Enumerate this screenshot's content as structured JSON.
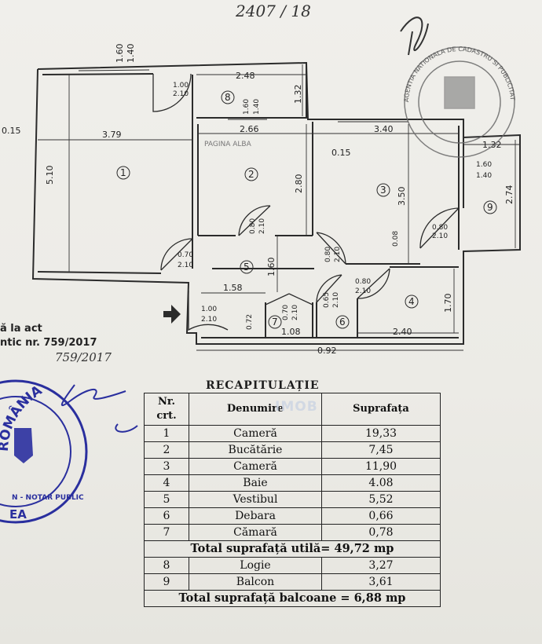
{
  "handwritten_top": "2407 / 18",
  "plan": {
    "dims": {
      "top_left_a": "1.60",
      "top_left_b": "1.40",
      "top_248": "2.48",
      "d_132": "1.32",
      "door_100_top": "1.00",
      "door_210_top": "2.10",
      "d_160": "1.60",
      "d_140": "1.40",
      "left_015": "0.15",
      "w_379": "3.79",
      "h_510": "5.10",
      "w_266": "2.66",
      "w_340": "3.40",
      "mid_015": "0.15",
      "h_280": "2.80",
      "h_350": "3.50",
      "w_132": "1.32",
      "bal_160": "1.60",
      "bal_140": "1.40",
      "h_274": "2.74",
      "d_080a": "0.80",
      "d_210a": "2.10",
      "d_070": "0.70",
      "d_210b": "2.10",
      "h_160": "1.60",
      "d_080b": "0.80",
      "d_210c": "2.10",
      "d_008": "0.08",
      "d_080c": "0.80",
      "d_210d": "2.10",
      "d_080d": "0.80",
      "d_210e": "2.10",
      "w_158": "1.58",
      "d_065": "0.65",
      "d_210f": "2.10",
      "d_070b": "0.70",
      "d_210g": "2.10",
      "h_170": "1.70",
      "d_100": "1.00",
      "d_210h": "2.10",
      "d_072": "0.72",
      "w_108": "1.08",
      "w_240": "2.40",
      "w_092": "0.92"
    },
    "rooms": {
      "r1": "1",
      "r2": "2",
      "r3": "3",
      "r4": "4",
      "r5": "5",
      "r6": "6",
      "r7": "7",
      "r8": "8",
      "r9": "9"
    },
    "stamp_text": "AGENTIA NATIONALA DE CADASTRU SI PUBLICITATE IMOBILIARA",
    "stamp_label": "PAGINA ALBA"
  },
  "doc_note": {
    "line1": "ă la act",
    "line2": "ntic nr. 759/2017"
  },
  "note_hand": "759/2017",
  "seal_text": "ROMÂNIA",
  "seal_bottom": "N - NOTAR PUBLIC",
  "seal_ea": "EA",
  "watermark": "IMOB",
  "recap": {
    "title": "RECAPITULAȚIE",
    "headers": {
      "nr": "Nr. crt.",
      "name": "Denumire",
      "area": "Suprafața"
    },
    "rows": [
      {
        "nr": "1",
        "name": "Cameră",
        "area": "19,33"
      },
      {
        "nr": "2",
        "name": "Bucătărie",
        "area": "7,45"
      },
      {
        "nr": "3",
        "name": "Cameră",
        "area": "11,90"
      },
      {
        "nr": "4",
        "name": "Baie",
        "area": "4.08"
      },
      {
        "nr": "5",
        "name": "Vestibul",
        "area": "5,52"
      },
      {
        "nr": "6",
        "name": "Debara",
        "area": "0,66"
      },
      {
        "nr": "7",
        "name": "Cămară",
        "area": "0,78"
      }
    ],
    "total_util": "Total suprafață utilă= 49,72 mp",
    "rows2": [
      {
        "nr": "8",
        "name": "Logie",
        "area": "3,27"
      },
      {
        "nr": "9",
        "name": "Balcon",
        "area": "3,61"
      }
    ],
    "total_balcoane": "Total suprafață balcoane = 6,88 mp"
  },
  "colors": {
    "ink": "#222222",
    "seal_blue": "#2a2f9e",
    "stamp_gray": "#6b6b6b"
  }
}
